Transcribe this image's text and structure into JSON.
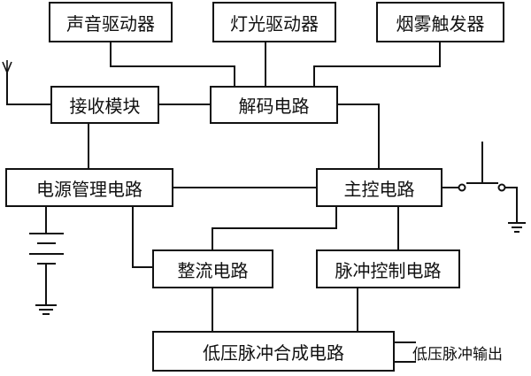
{
  "blocks": {
    "sound_driver": "声音驱动器",
    "light_driver": "灯光驱动器",
    "smoke_trigger": "烟雾触发器",
    "receiver": "接收模块",
    "decoder": "解码电路",
    "power_mgmt": "电源管理电路",
    "main_ctrl": "主控电路",
    "rectifier": "整流电路",
    "pulse_ctrl": "脉冲控制电路",
    "lv_pulse": "低压脉冲合成电路"
  },
  "output_label": "低压脉冲输出",
  "colors": {
    "line": "#111111",
    "background": "#ffffff"
  }
}
